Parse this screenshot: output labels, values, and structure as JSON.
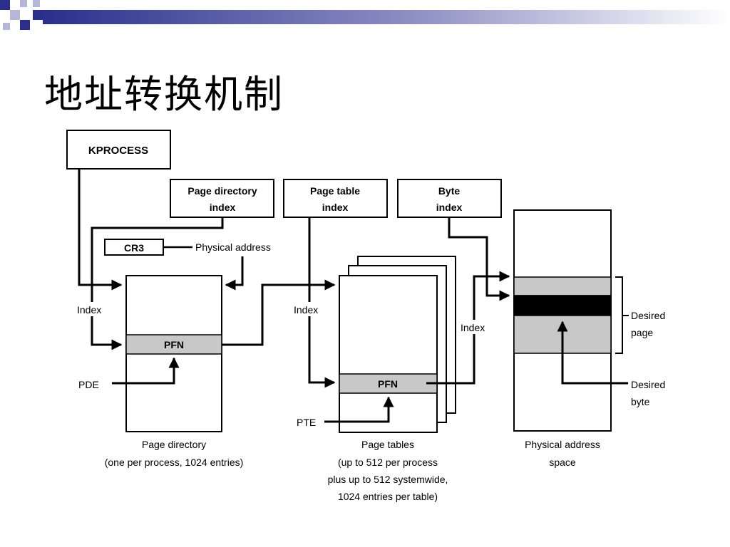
{
  "slide": {
    "title": "地址转换机制"
  },
  "colors": {
    "title_bar_dark": "#2b2f8c",
    "title_bar_light": "#ffffff",
    "highlight_gray": "#c8c8c8",
    "frame_black": "#000000"
  },
  "diagram": {
    "kprocess": "KPROCESS",
    "page_directory_index": [
      "Page directory",
      "index"
    ],
    "page_table_index": [
      "Page table",
      "index"
    ],
    "byte_index": [
      "Byte",
      "index"
    ],
    "cr3": "CR3",
    "physical_address": "Physical address",
    "index_label": "Index",
    "pfn": "PFN",
    "pde": "PDE",
    "pte": "PTE",
    "desired_page": [
      "Desired",
      "page"
    ],
    "desired_byte": [
      "Desired",
      "byte"
    ],
    "page_directory_caption": [
      "Page directory",
      "(one per process, 1024 entries)"
    ],
    "page_tables_caption": [
      "Page tables",
      "(up to 512 per process",
      "plus up to 512 systemwide,",
      "1024 entries per table)"
    ],
    "physical_space_caption": [
      "Physical address",
      "space"
    ]
  }
}
